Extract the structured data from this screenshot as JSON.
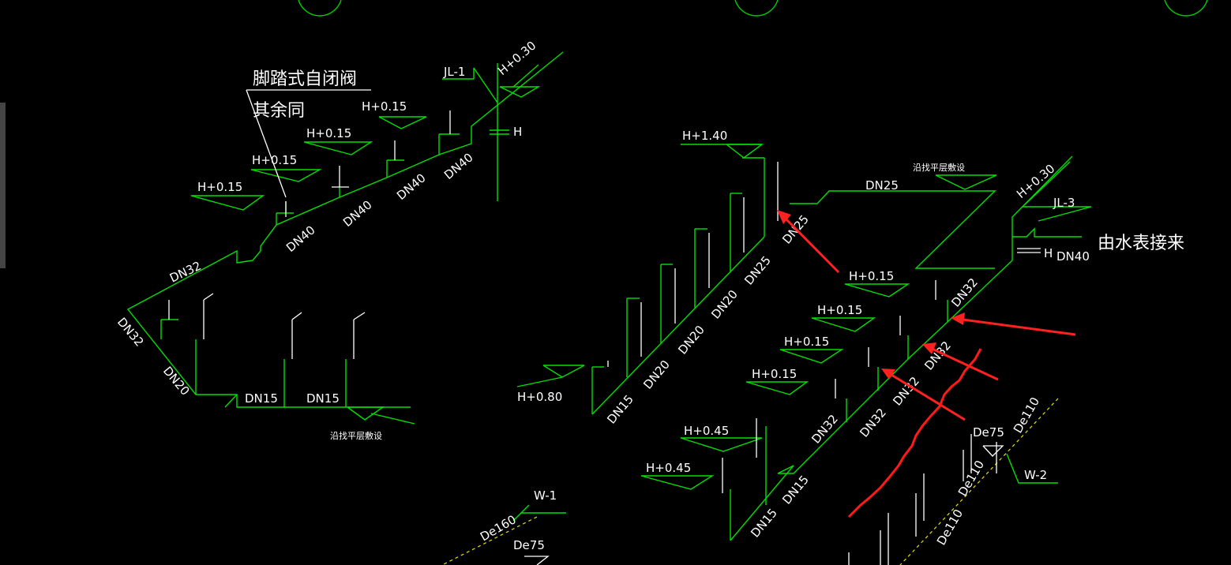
{
  "colors": {
    "background": "#000000",
    "pipe": "#00e000",
    "text": "#ffffff",
    "annotation": "#ff2020",
    "dash": "#e8e000"
  },
  "left_system": {
    "valve_note_line1": "脚踏式自闭阀",
    "valve_note_line2": "其余同",
    "riser": "JL-1",
    "top_elev": "H+0.30",
    "h_mark": "H",
    "elev_1": "H+0.15",
    "elev_2": "H+0.15",
    "elev_3": "H+0.15",
    "elev_4": "H+0.15",
    "dn40_a": "DN40",
    "dn40_b": "DN40",
    "dn40_c": "DN40",
    "dn40_d": "DN40",
    "dn32_a": "DN32",
    "dn32_b": "DN32",
    "dn20": "DN20",
    "dn15_a": "DN15",
    "dn15_b": "DN15",
    "floor_note": "沿找平层敷设"
  },
  "right_system": {
    "top_elev": "H+1.40",
    "dn25_top": "DN25",
    "floor_note": "沿找平层敷设",
    "riser": "JL-3",
    "top_elev2": "H+0.30",
    "source_note": "由水表接来",
    "dn40": "DN40",
    "h_mark": "H",
    "dn25_a": "DN25",
    "dn25_b": "DN25",
    "dn20_a": "DN20",
    "dn20_b": "DN20",
    "dn20_c": "DN20",
    "dn15_a": "DN15",
    "elev_080": "H+0.80",
    "elev_1": "H+0.15",
    "elev_2": "H+0.15",
    "elev_3": "H+0.15",
    "elev_4": "H+0.15",
    "elev_045a": "H+0.45",
    "elev_045b": "H+0.45",
    "dn32_a": "DN32",
    "dn32_b": "DN32",
    "dn32_c": "DN32",
    "dn32_d": "DN32",
    "dn32_e": "DN32",
    "dn15_b": "DN15",
    "dn15_c": "DN15"
  },
  "drain": {
    "w1": "W-1",
    "w2": "W-2",
    "de160": "De160",
    "de75_a": "De75",
    "de75_b": "De75",
    "de110_a": "De110",
    "de110_b": "De110",
    "de110_c": "De110"
  }
}
